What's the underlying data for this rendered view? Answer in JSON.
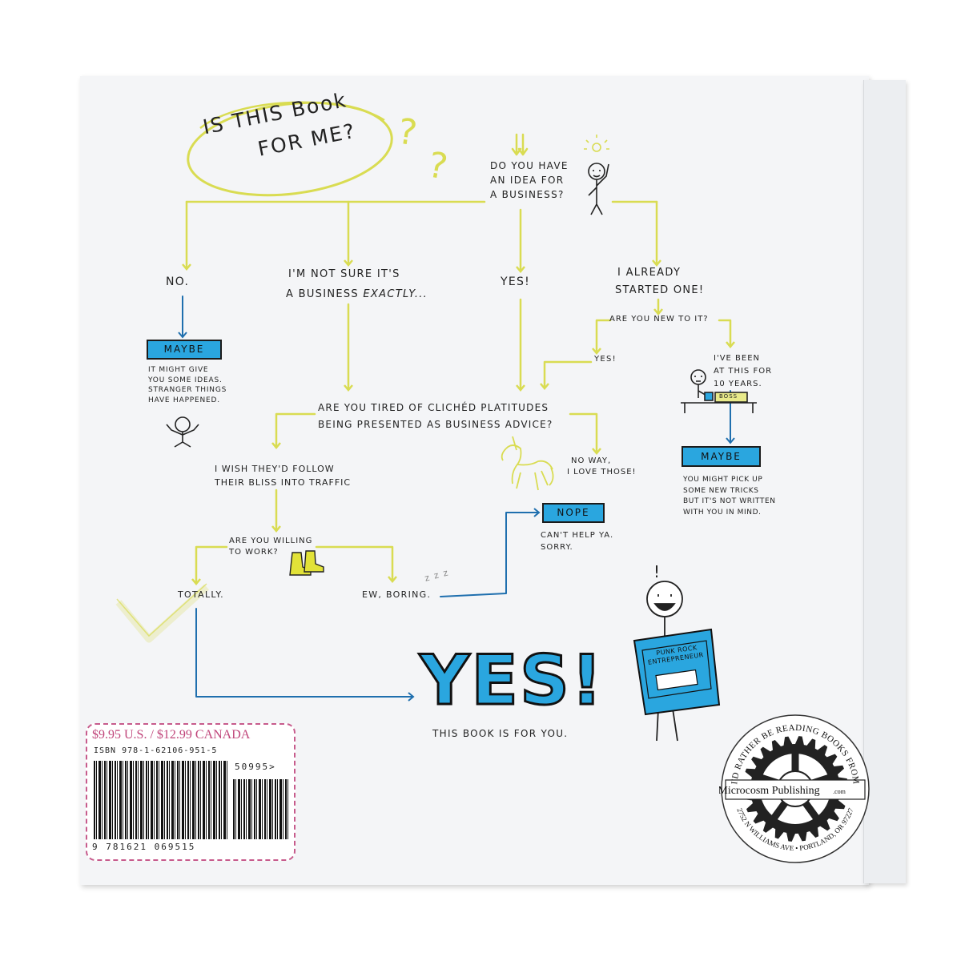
{
  "title": {
    "line1": "IS THIS Book",
    "line2": "FOR ME?"
  },
  "question_marks": [
    "?",
    "?"
  ],
  "start_question": {
    "lines": [
      "DO YOU HAVE",
      "AN IDEA FOR",
      "A BUSINESS?"
    ]
  },
  "branch_no": "NO.",
  "branch_not_sure": {
    "line1": "I'M NOT SURE IT'S",
    "line2a": "A BUSINESS ",
    "line2b": "EXACTLY..."
  },
  "branch_yes": "YES!",
  "branch_started": {
    "lines": [
      "I ALREADY",
      "STARTED ONE!"
    ]
  },
  "maybe_no": {
    "label": "MAYBE",
    "lines": [
      "IT MIGHT GIVE",
      "YOU SOME IDEAS.",
      "STRANGER THINGS",
      "HAVE HAPPENED."
    ]
  },
  "new_question": "ARE YOU NEW TO IT?",
  "new_yes": "YES!",
  "veteran": {
    "lines": [
      "I'VE BEEN",
      "AT THIS FOR",
      "10 YEARS."
    ]
  },
  "boss_sign": "BOSS",
  "maybe_veteran": {
    "label": "MAYBE",
    "lines": [
      "YOU MIGHT PICK UP",
      "SOME NEW TRICKS",
      "BUT IT'S NOT WRITTEN",
      "WITH YOU IN MIND."
    ]
  },
  "platitudes_question": {
    "lines": [
      "ARE YOU TIRED OF CLICHÉD PLATITUDES",
      "BEING PRESENTED AS BUSINESS ADVICE?"
    ]
  },
  "bliss": {
    "lines": [
      "I WISH THEY'D FOLLOW",
      "THEIR BLISS INTO TRAFFIC"
    ]
  },
  "love_those": {
    "lines": [
      "NO WAY,",
      "I LOVE THOSE!"
    ]
  },
  "nope": {
    "label": "NOPE",
    "lines": [
      "CAN'T HELP YA.",
      "SORRY."
    ]
  },
  "work_question": {
    "lines": [
      "ARE YOU WILLING",
      "TO WORK?"
    ]
  },
  "totally": "TOTALLY.",
  "boring": "EW, BORING.",
  "sleep": "z z z",
  "result": {
    "big": "YES!",
    "caption": "THIS BOOK IS FOR YOU."
  },
  "exclamation": "!",
  "held_book": {
    "line1": "PUNK ROCK",
    "line2": "ENTREPRENEUR"
  },
  "barcode": {
    "price": "$9.95 U.S.  /  $12.99 CANADA",
    "isbn": "ISBN 978-1-62106-951-5",
    "number": "9 781621 069515",
    "addon": "50995>"
  },
  "publisher_logo": {
    "top_text": "I'D RATHER BE READING BOOKS FROM",
    "name": "Microcosm Publishing",
    "suffix": ".com",
    "bottom_text": "2752 N WILLIAMS AVE • PORTLAND, OR 97227"
  },
  "colors": {
    "yellow": "#d9dc52",
    "blue_box": "#2aa6df",
    "blue_line": "#1f6fae",
    "price_pink": "#c0457a"
  }
}
